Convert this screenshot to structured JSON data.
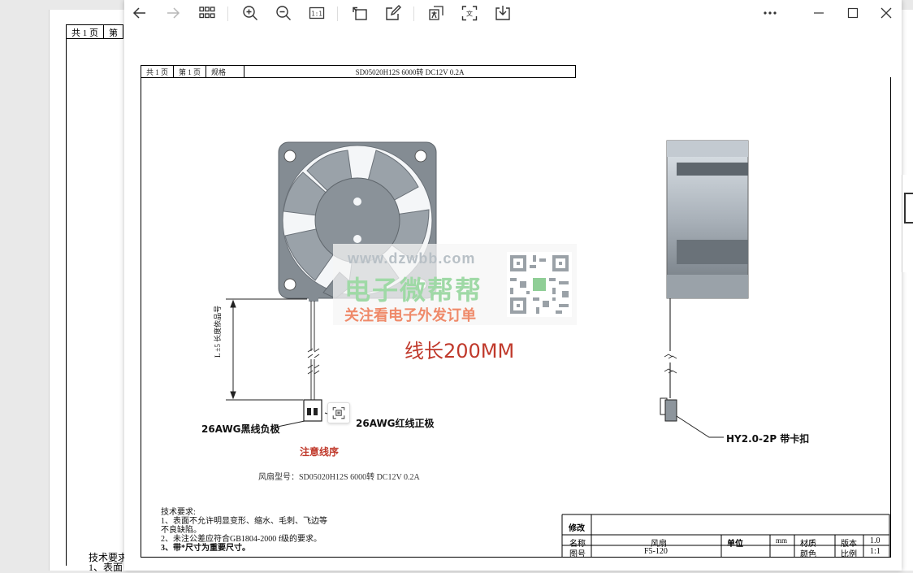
{
  "background_doc": {
    "header": [
      "共 1 页",
      "第"
    ],
    "tech_text": "技术要求",
    "tech_line": "1、表面"
  },
  "toolbar": {
    "back": "back-arrow-icon",
    "forward": "forward-arrow-icon",
    "grid": "thumbnail-grid-icon",
    "zoom_in": "zoom-in-icon",
    "zoom_out": "zoom-out-icon",
    "actual": "actual-size-icon",
    "actual_text": "1:1",
    "rotate": "rotate-icon",
    "edit": "edit-icon",
    "translate": "translate-icon",
    "ocr": "ocr-icon",
    "ocr_text": "文",
    "save": "save-icon",
    "more": "more-icon",
    "minimize": "minimize-icon",
    "maximize": "maximize-icon",
    "close": "close-icon"
  },
  "drawing": {
    "title_cells": [
      "共 1 页",
      "第 1 页",
      "规格"
    ],
    "spec": "SD05020H12S 6000转 DC12V 0.2A",
    "dim_label": "L ±5 长度依品号",
    "neg_label": "26AWG黑线负极",
    "pos_label": "26AWG红线正极",
    "connector_label": "HY2.0-2P 带卡扣",
    "wire_length": "线长200MM",
    "notice": "注意线序",
    "fan_model": "风扇型号：SD05020H12S 6000转 DC12V 0.2A",
    "tech_title": "技术要求:",
    "tech_lines": [
      "1、表面不允许明显变形、缩水、毛刺、飞边等",
      "不良缺陷。",
      "2、未注公差应符合GB1804-2000 f级的要求。",
      "3、带*尺寸为重要尺寸。"
    ],
    "titleblock": {
      "revise": "修改",
      "name_label": "名称",
      "name_value": "风扇",
      "unit_label": "单位",
      "unit_value": "mm",
      "material_label": "材质",
      "version_label": "版本",
      "version_value": "1.0",
      "drawing_no_label": "图号",
      "drawing_no_value": "F5-120",
      "color_label": "颜色",
      "scale_label": "比例",
      "scale_value": "1:1"
    }
  },
  "watermark": {
    "url": "www.dzwbb.com",
    "brand": "电子微帮帮",
    "slogan": "关注看电子外发订单"
  },
  "floating_icon": "ocr-select-icon"
}
